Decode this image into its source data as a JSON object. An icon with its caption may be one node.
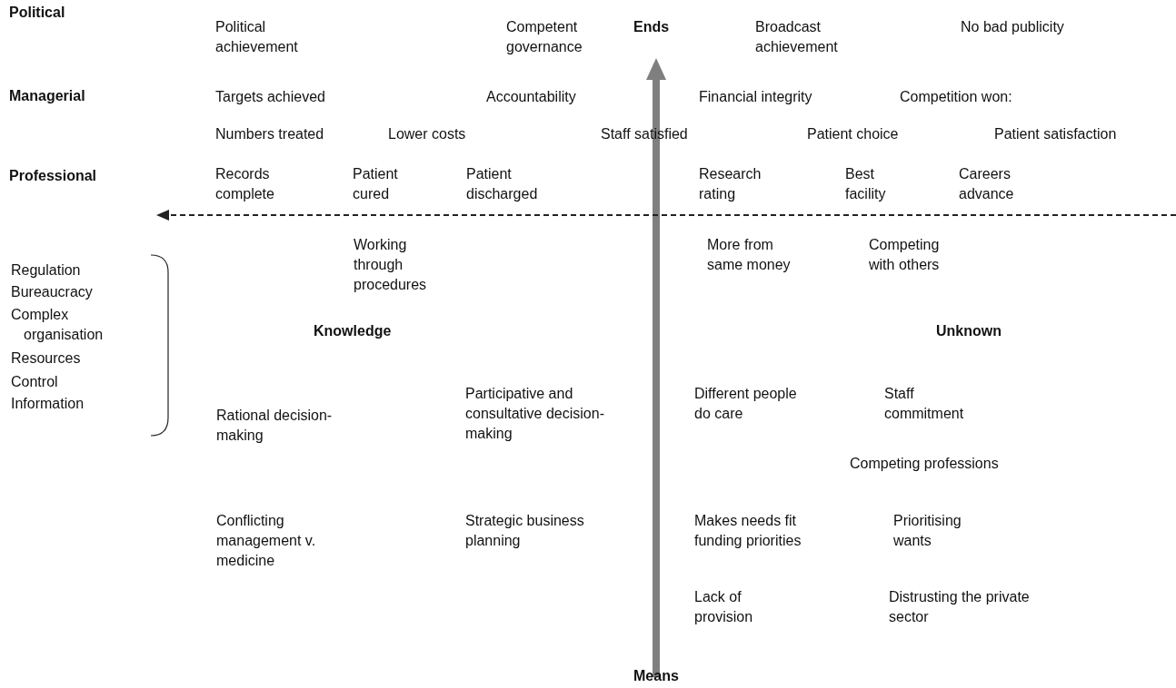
{
  "diagram": {
    "labels": [
      "Political",
      "Political achievement",
      "Competent governance",
      "Ends",
      "Broadcast achievement",
      "No bad publicity",
      "Managerial",
      "Targets achieved",
      "Accountability",
      "Financial integrity",
      "Competition won:",
      "Numbers treated",
      "Lower costs",
      "Staff satisfied",
      "Patient choice",
      "Patient satisfaction",
      "Professional",
      "Records complete",
      "Patient cured",
      "Patient discharged",
      "Research rating",
      "Best facility",
      "Careers advance",
      "Working through procedures",
      "More from same money",
      "Competing with others",
      "Regulation",
      "Bureaucracy",
      "Complex organisation",
      "Resources",
      "Control",
      "Information",
      "Knowledge",
      "Unknown",
      "Participative and consultative decision-making",
      "Different people do care",
      "Staff commitment",
      "Rational decision-making",
      "Competing professions",
      "Conflicting management v. medicine",
      "Strategic business planning",
      "Makes needs fit funding priorities",
      "Prioritising wants",
      "Lack of provision",
      "Distrusting the private sector",
      "Means"
    ]
  }
}
